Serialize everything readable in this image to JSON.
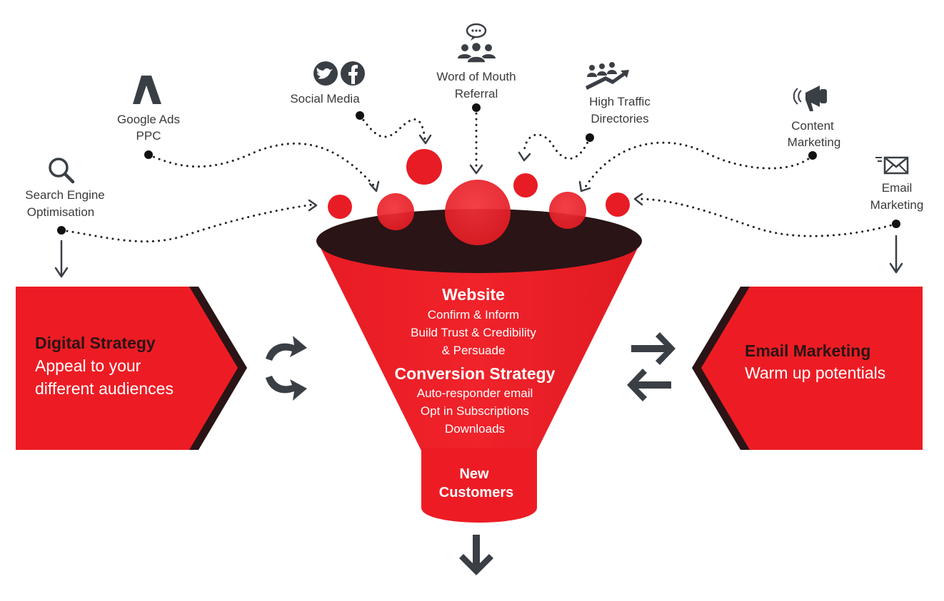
{
  "sources": {
    "seo": [
      "Search Engine",
      "Optimisation"
    ],
    "google_ads": [
      "Google Ads",
      "PPC"
    ],
    "social": [
      "Social Media"
    ],
    "word_of_mouth": [
      "Word of Mouth",
      "Referral"
    ],
    "directories": [
      "High Traffic",
      "Directories"
    ],
    "content": [
      "Content",
      "Marketing"
    ],
    "email": [
      "Email",
      "Marketing"
    ]
  },
  "icons": {
    "seo": "magnifier-icon",
    "google_ads": "google-ads-icon",
    "social": "twitter-facebook-icon",
    "word_of_mouth": "people-chat-icon",
    "directories": "traffic-growth-icon",
    "content": "megaphone-icon",
    "email": "envelope-icon"
  },
  "funnel": {
    "website_title": "Website",
    "website_lines": [
      "Confirm & Inform",
      "Build Trust & Credibility",
      "& Persuade"
    ],
    "conversion_title": "Conversion Strategy",
    "conversion_lines": [
      "Auto-responder email",
      "Opt in Subscriptions",
      "Downloads"
    ],
    "outcome_lines": [
      "New",
      "Customers"
    ]
  },
  "left_panel": {
    "title": "Digital Strategy",
    "lines": [
      "Appeal to your",
      "different audiences"
    ]
  },
  "right_panel": {
    "title": "Email Marketing",
    "lines": [
      "Warm up potentials"
    ]
  },
  "colors": {
    "red": "#ed1c24",
    "dark": "#2a1416",
    "text": "#3a3a3a",
    "arrow": "#3a3f45"
  }
}
